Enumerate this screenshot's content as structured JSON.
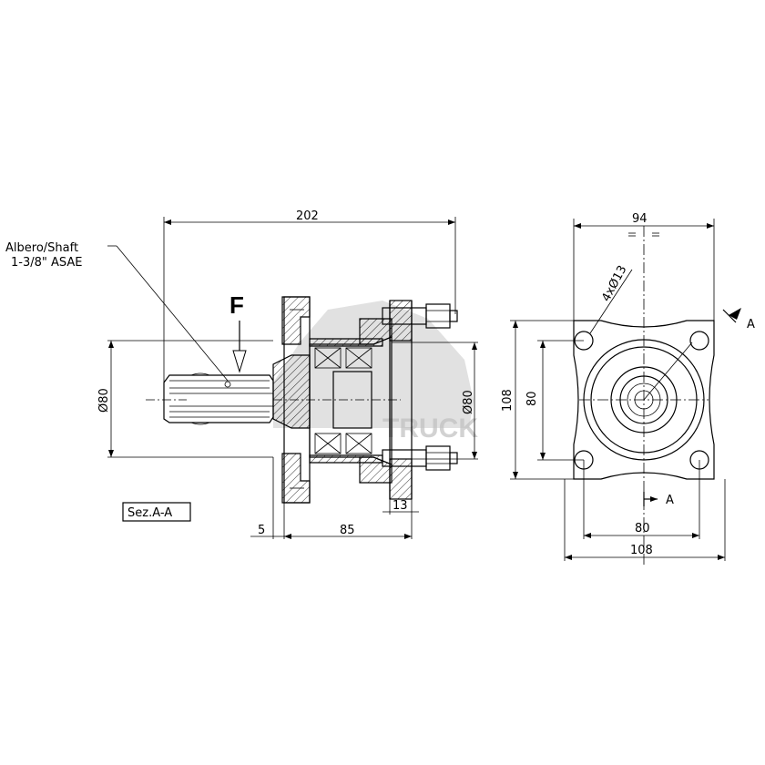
{
  "side_view": {
    "overall_length": "202",
    "shaft_label_line1": "Albero/Shaft",
    "shaft_label_line2": "1-3/8\" ASAE",
    "force_label": "F",
    "left_diameter": "Ø80",
    "right_diameter": "Ø80",
    "dim_5": "5",
    "dim_85": "85",
    "dim_13": "13",
    "section_label": "Sez.A-A"
  },
  "front_view": {
    "top_width": "94",
    "hole_callout": "4xØ13",
    "height_outer": "108",
    "height_inner": "80",
    "width_inner": "80",
    "width_outer": "108",
    "section_mark_top": "A",
    "section_mark_bottom": "A"
  },
  "watermark": {
    "text": "TRUCK"
  }
}
